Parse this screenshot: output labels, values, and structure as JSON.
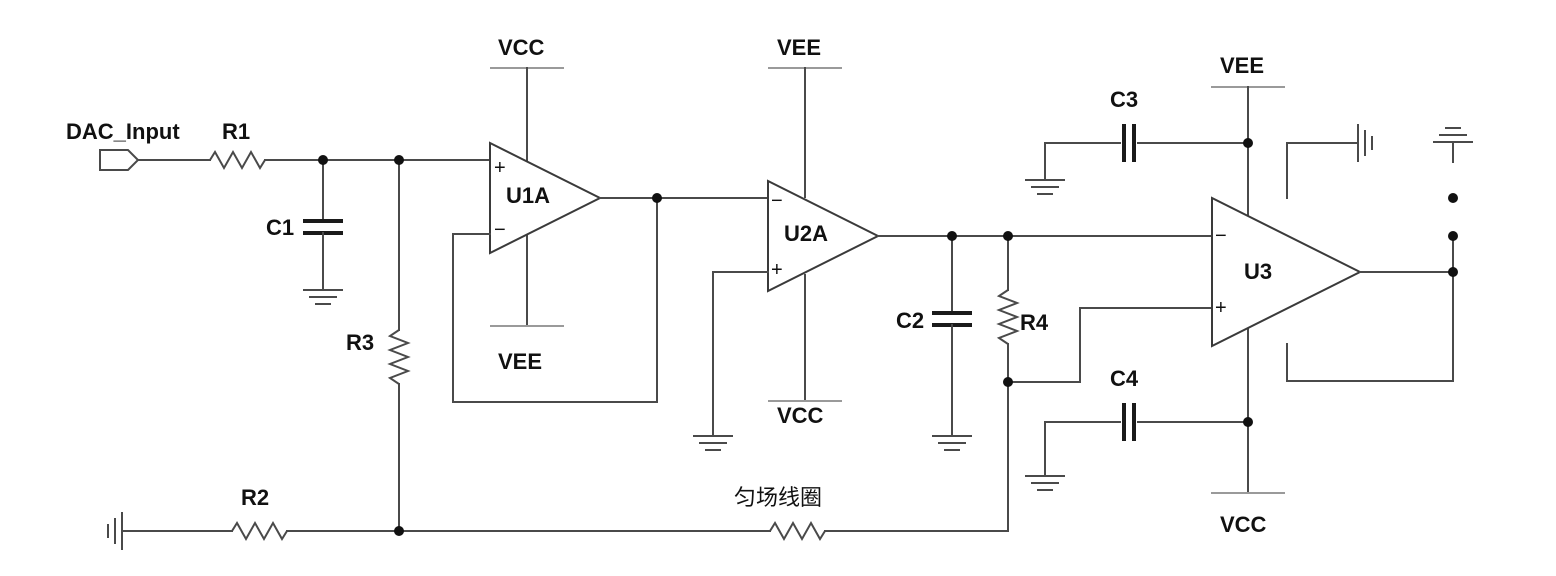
{
  "labels": {
    "dac_input": "DAC_Input",
    "r1": "R1",
    "r2": "R2",
    "r3": "R3",
    "r4": "R4",
    "c1": "C1",
    "c2": "C2",
    "c3": "C3",
    "c4": "C4",
    "u1a": "U1A",
    "u2a": "U2A",
    "u3": "U3",
    "coil": "匀场线圈"
  },
  "rails": {
    "u1a_top": "VCC",
    "u1a_bottom": "VEE",
    "u2a_top": "VEE",
    "u2a_bottom": "VCC",
    "u3_top": "VEE",
    "u3_bottom": "VCC"
  },
  "pins": {
    "plus": "+",
    "minus": "−"
  }
}
